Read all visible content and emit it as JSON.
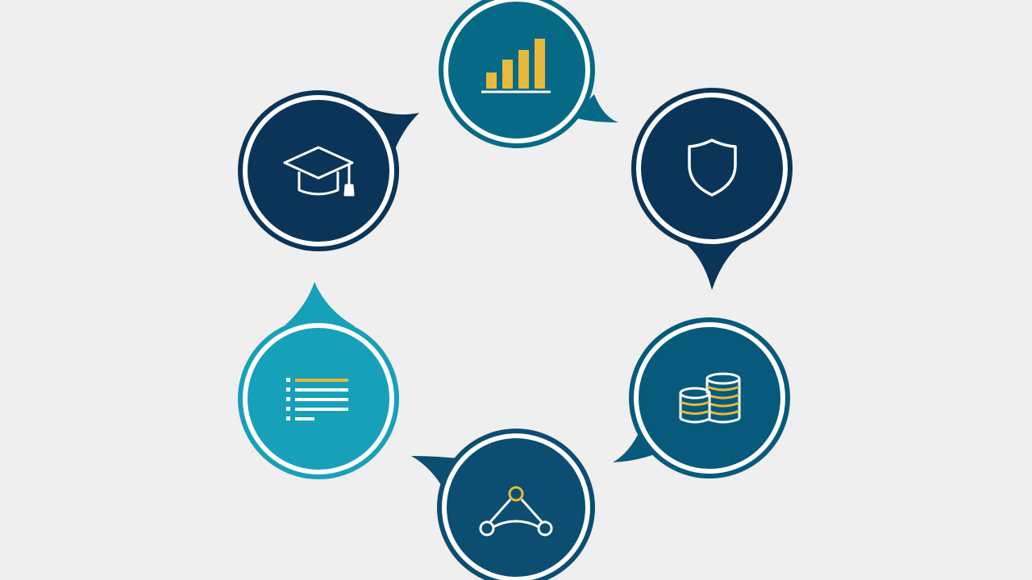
{
  "diagram": {
    "nodes": [
      {
        "id": "chart",
        "icon": "bar-chart-icon",
        "fill": "#066a87",
        "accent": "#e8b93a"
      },
      {
        "id": "shield",
        "icon": "shield-icon",
        "fill": "#0b3558",
        "accent": "#ffffff"
      },
      {
        "id": "coins",
        "icon": "coins-icon",
        "fill": "#075a7c",
        "accent": "#e8b93a"
      },
      {
        "id": "network",
        "icon": "network-icon",
        "fill": "#0b4e72",
        "accent": "#e8b93a"
      },
      {
        "id": "list",
        "icon": "list-icon",
        "fill": "#17a0b9",
        "accent": "#e8b93a"
      },
      {
        "id": "education",
        "icon": "graduation-cap-icon",
        "fill": "#0b3558",
        "accent": "#ffffff"
      }
    ],
    "colors": {
      "background": "#efefef",
      "ring": "#ffffff",
      "gold": "#e8b93a"
    }
  }
}
